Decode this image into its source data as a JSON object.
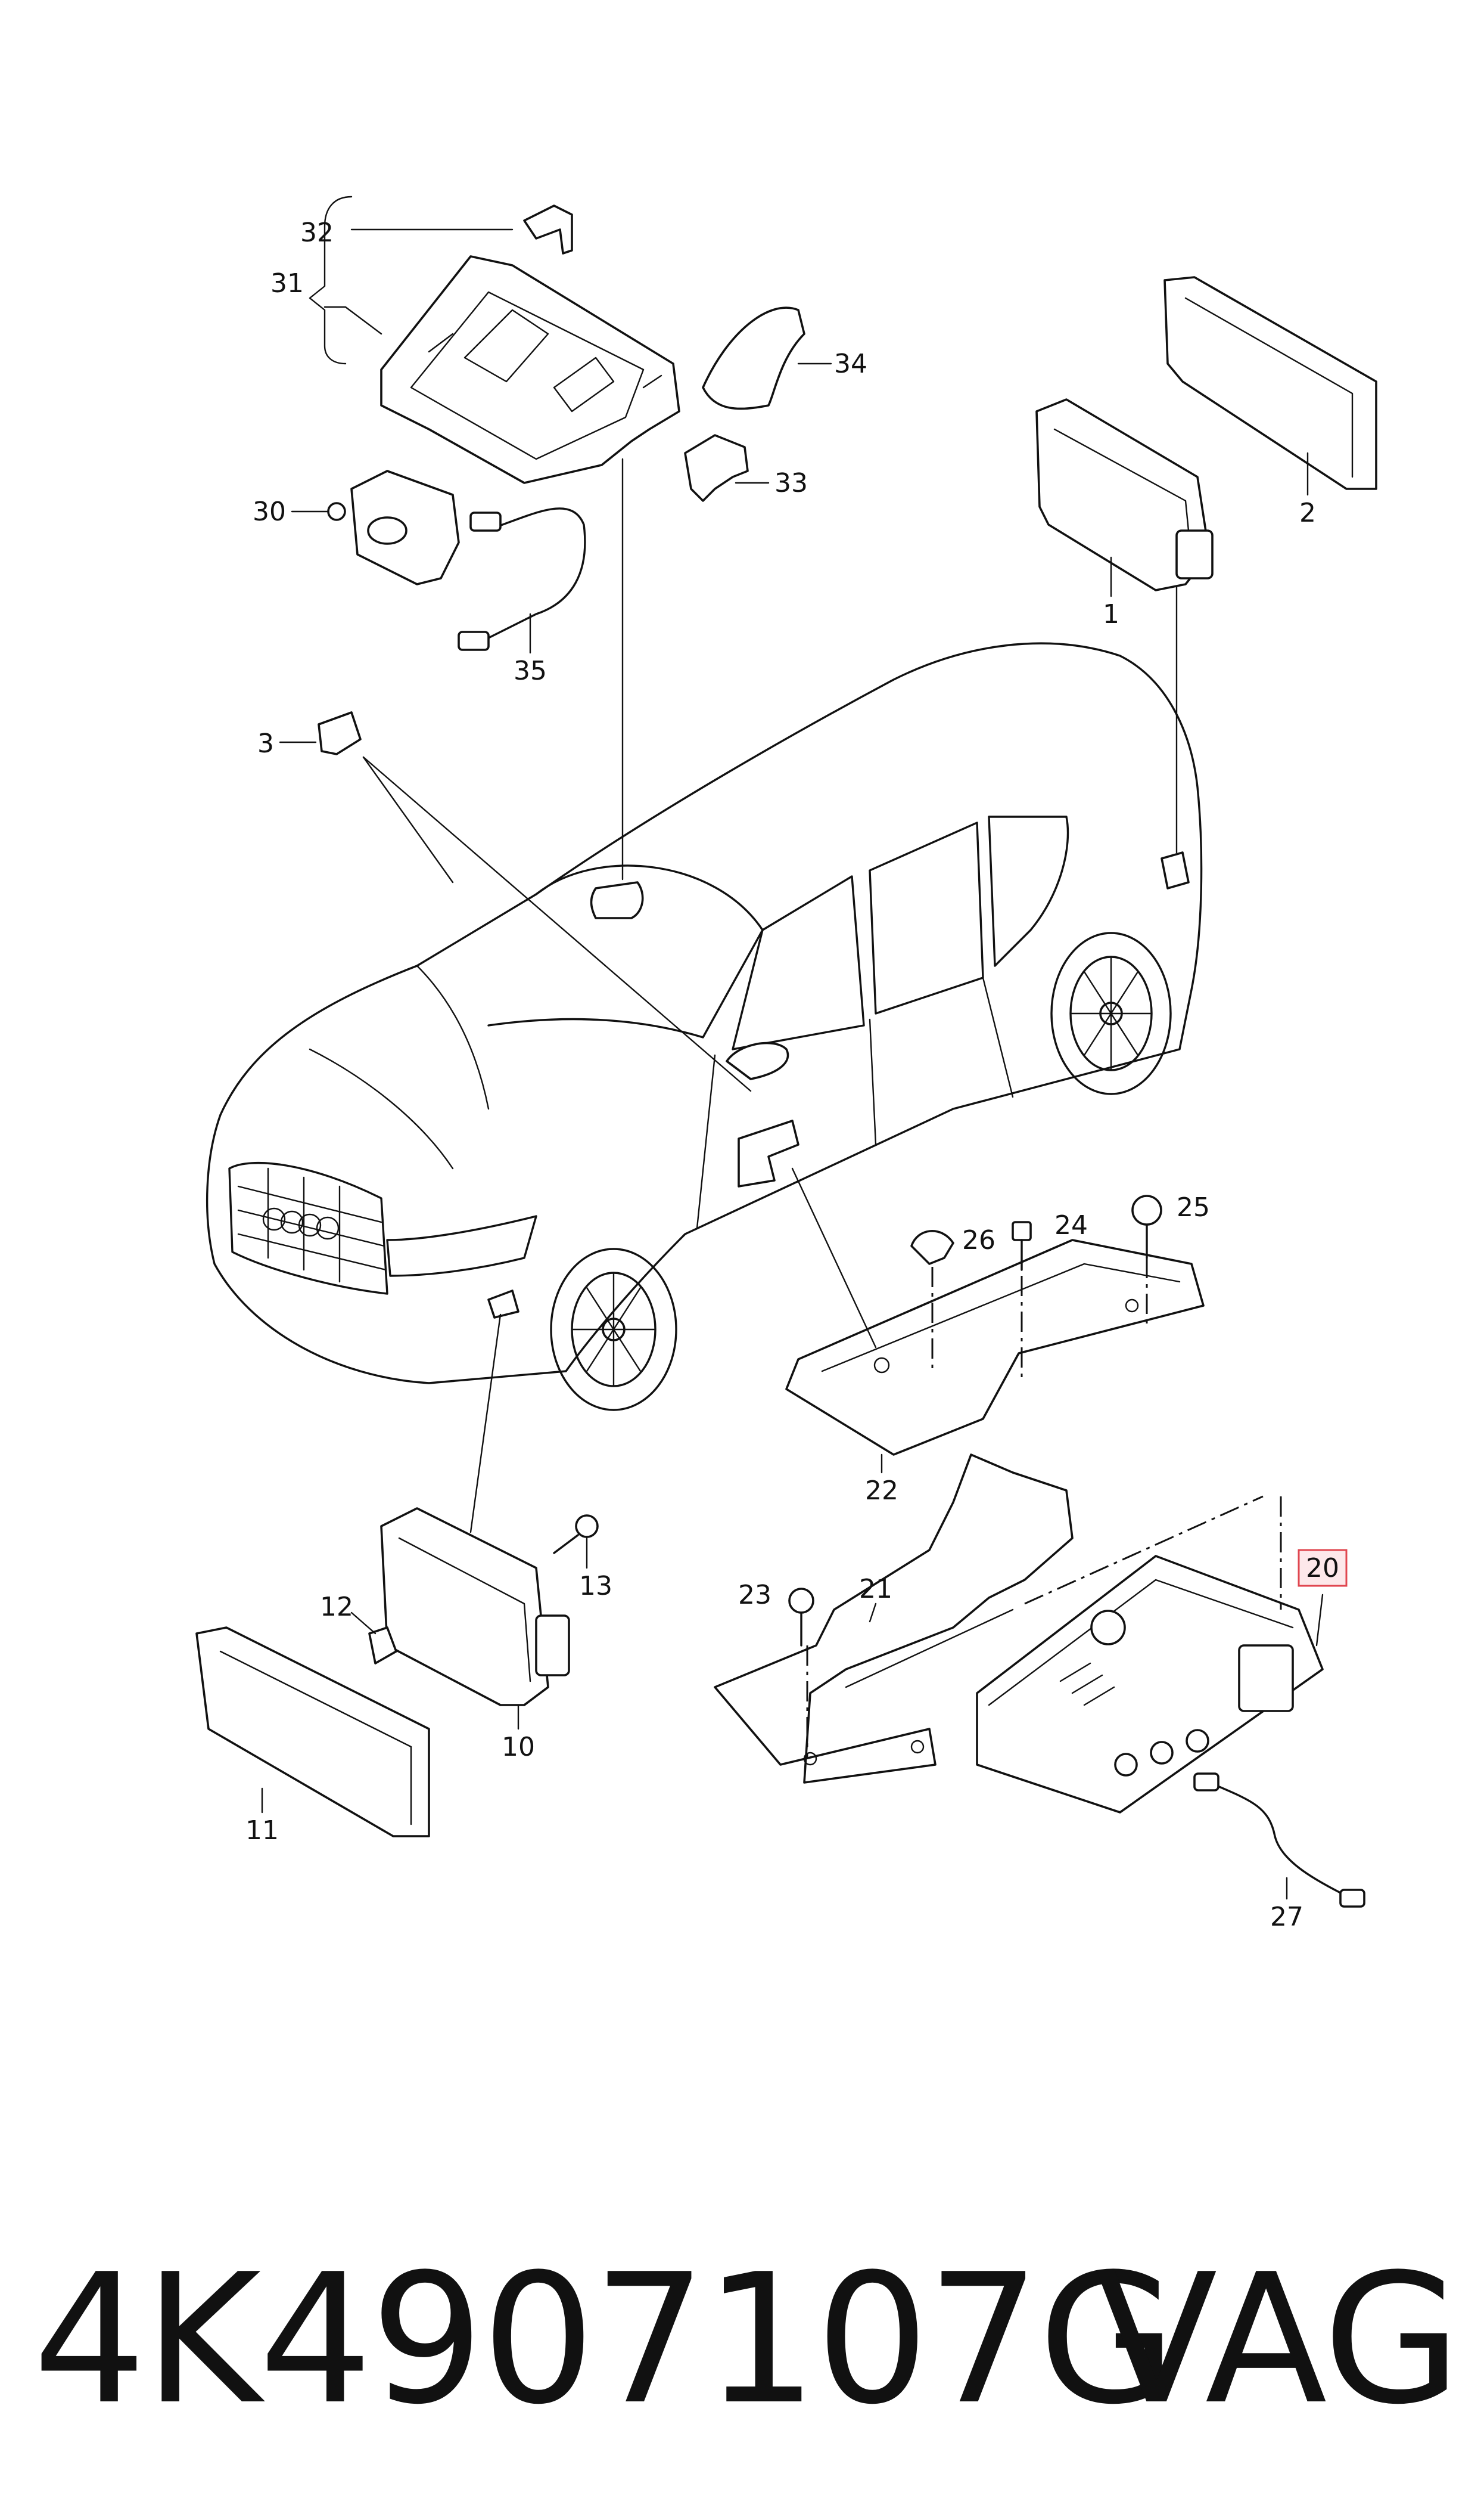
{
  "callouts": {
    "c1": "1",
    "c2": "2",
    "c3": "3",
    "c10": "10",
    "c11": "11",
    "c12": "12",
    "c13": "13",
    "c20": "20",
    "c21": "21",
    "c22": "22",
    "c23": "23",
    "c24": "24",
    "c25": "25",
    "c26": "26",
    "c27": "27",
    "c30": "30",
    "c31": "31",
    "c32": "32",
    "c33": "33",
    "c34": "34",
    "c35": "35"
  },
  "highlighted_callout": "20",
  "highlight_color": "#e0464f",
  "footer": {
    "part_number": "4K4907107G",
    "brand": "VAG"
  }
}
